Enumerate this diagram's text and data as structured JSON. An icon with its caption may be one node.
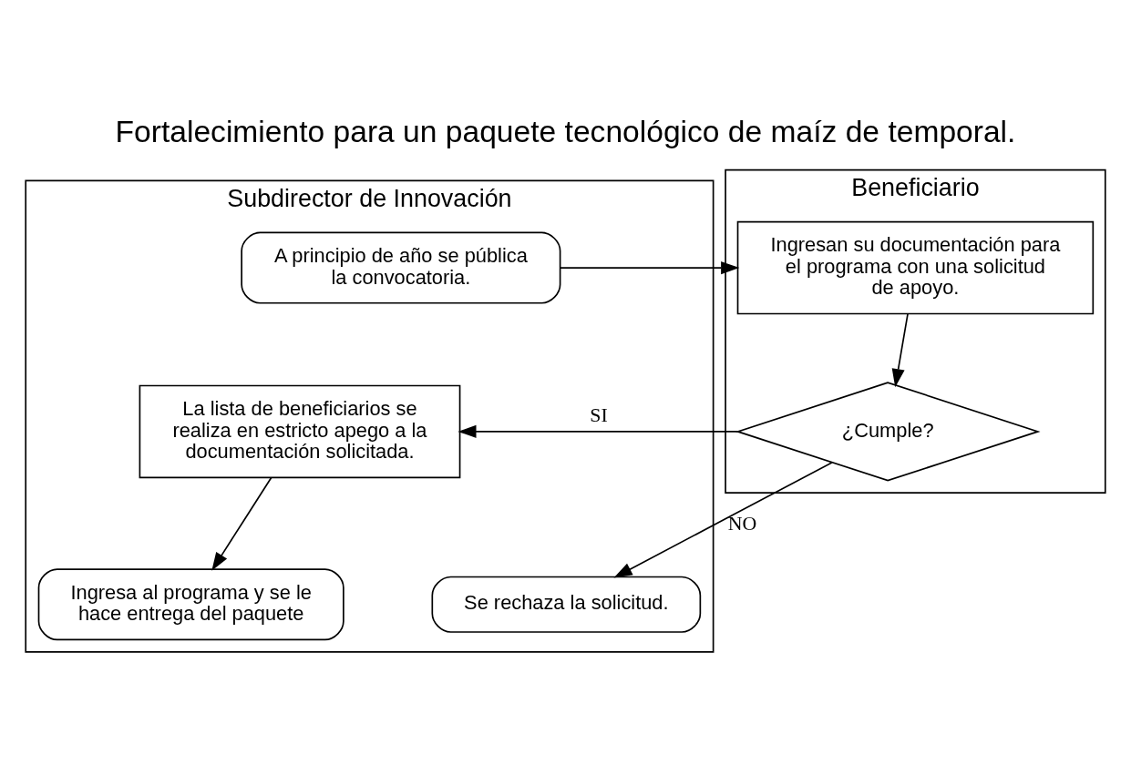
{
  "diagram": {
    "title": "Fortalecimiento para un paquete tecnológico de maíz de temporal.",
    "nodes": [
      {
        "text": [
          "Subdirector de Innovación"
        ]
      },
      {
        "text": [
          "Beneficiario"
        ]
      },
      {
        "text": [
          "A principio de año se pública la convocatoria."
        ],
        "in": 0
      },
      {
        "text": [
          "Ingresan su documentación para el programa con una solicitud de apoyo."
        ],
        "in": 1
      },
      {
        "text": [
          "¿Cumple?"
        ],
        "in": 1
      },
      {
        "text": [
          "La lista de beneficiarios se realiza en estricto apego a la documentación solicitada."
        ],
        "in": 0
      },
      {
        "text": [
          "Ingresa al programa y se le hace entrega del paquete"
        ],
        "in": 0
      },
      {
        "text": [
          "Se rechaza la solicitud."
        ],
        "in": 0
      }
    ],
    "edges": [
      {
        "from": 2,
        "to": 3,
        "arrow": "to"
      },
      {
        "from": 3,
        "to": 4,
        "arrow": "to"
      },
      {
        "from": 4,
        "to": 5,
        "arrow": "to",
        "label": "SI"
      },
      {
        "from": 5,
        "to": 6,
        "arrow": "to"
      },
      {
        "from": 4,
        "to": 7,
        "arrow": "to",
        "label": "NO"
      }
    ]
  }
}
